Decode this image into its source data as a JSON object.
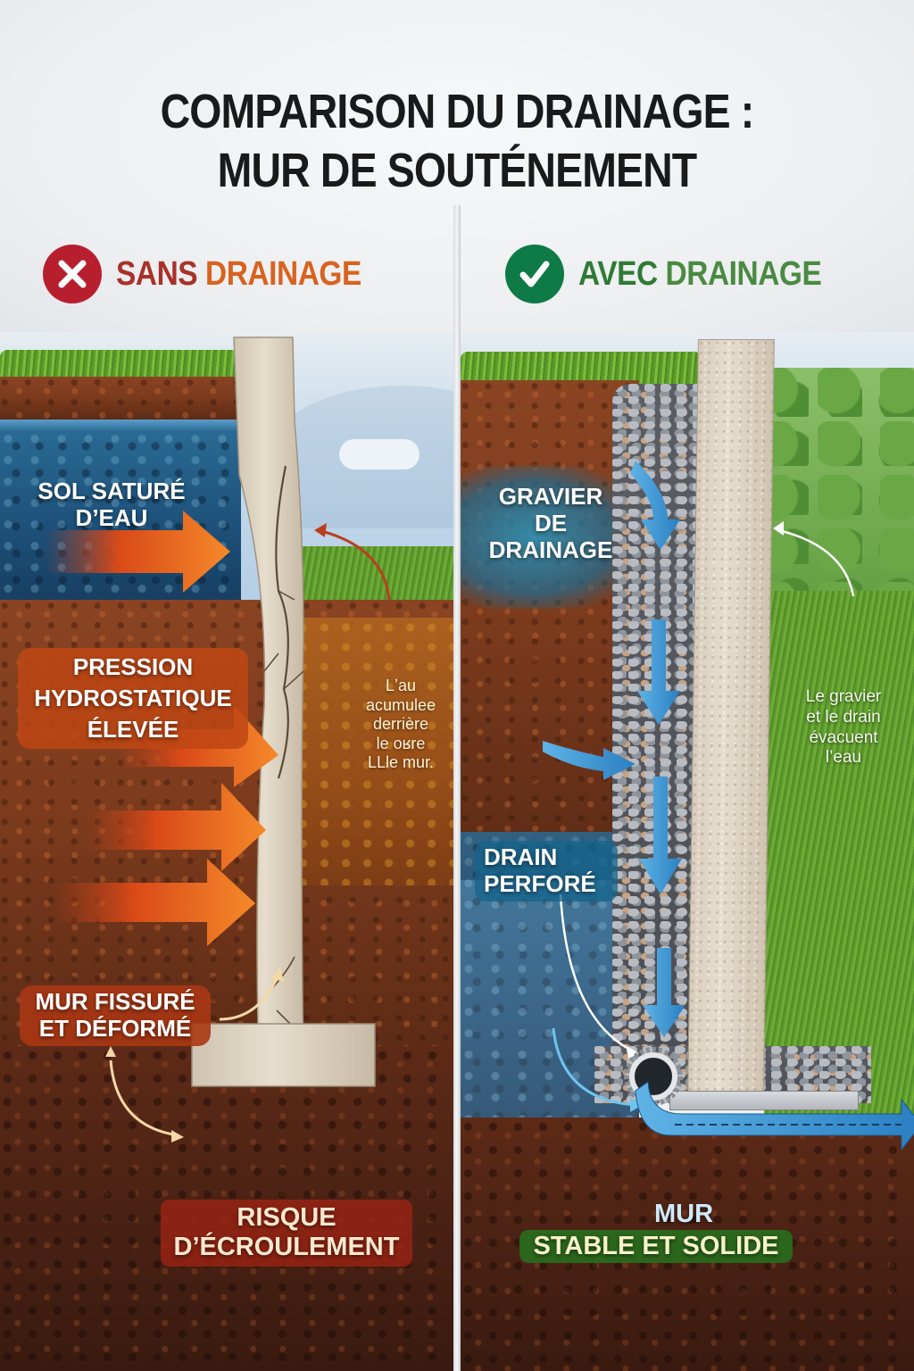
{
  "title": {
    "line1": "COMPARISON DU DRAINAGE :",
    "line2": "MUR DE SOUTÉNEMENT"
  },
  "left_panel": {
    "heading_icon": "x-mark-icon",
    "heading_word1": "SANS",
    "heading_word2": "DRAINAGE",
    "colors": {
      "badge": "#b81f2e",
      "word1": "#a8322a",
      "word2": "#d8621f",
      "pressure_arrow": "#e8601c"
    },
    "labels": {
      "saturated_soil": [
        "SOL SATURÉ",
        "D’EAU"
      ],
      "hydrostatic_pressure": [
        "PRESSION",
        "HYDROSTATIQUE",
        "ÉLEVÉE"
      ],
      "water_note": [
        "Lʼau",
        "acumulee",
        "derrière",
        "le oʁre",
        "LLle mur."
      ],
      "cracked_wall": [
        "MUR FISSURÉ",
        "ET DÉFORMÉ"
      ],
      "collapse_risk": [
        "RISQUE",
        "D’ÉCROULEMENT"
      ]
    }
  },
  "right_panel": {
    "heading_icon": "check-mark-icon",
    "heading_word1": "AVEC",
    "heading_word2": "DRAINAGE",
    "colors": {
      "badge": "#0e7a45",
      "word1": "#2f7a35",
      "word2": "#4a8a42",
      "water_arrow": "#2f8fcf"
    },
    "labels": {
      "drainage_gravel": [
        "GRAVIER",
        "DE",
        "DRAINAGE"
      ],
      "perforated_drain": [
        "DRAIN",
        "PERFORÉ"
      ],
      "evacuation_note": [
        "Le gravier",
        "et le drain",
        "évacuent",
        "l’eau"
      ],
      "stable_wall_line1": "MUR",
      "stable_wall_line2": "STABLE ET SOLIDE"
    }
  }
}
